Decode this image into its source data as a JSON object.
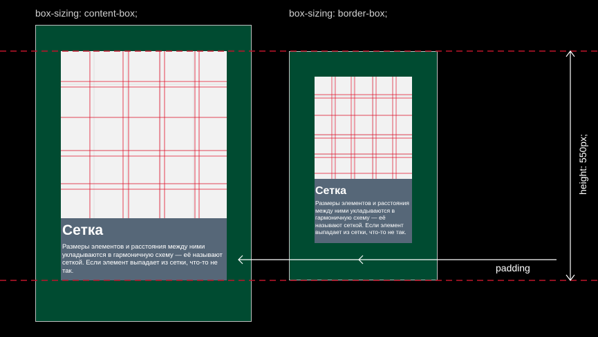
{
  "labels": {
    "content_box": "box-sizing: content-box;",
    "border_box": "box-sizing: border-box;",
    "height": "height: 550px;",
    "padding": "padding"
  },
  "card": {
    "title": "Сетка",
    "text": "Размеры элементов и расстояния между ними укладываются в гармоничную схему — её называют сеткой. Если элемент выпадает из сетки, что-то не так."
  },
  "colors": {
    "background": "#000000",
    "box": "#004b31",
    "card_body": "#566778",
    "grid_background": "#f2f2f2",
    "grid_lines": "#e0102a",
    "guide_dashes": "#c0152b",
    "arrows": "#ffffff"
  }
}
